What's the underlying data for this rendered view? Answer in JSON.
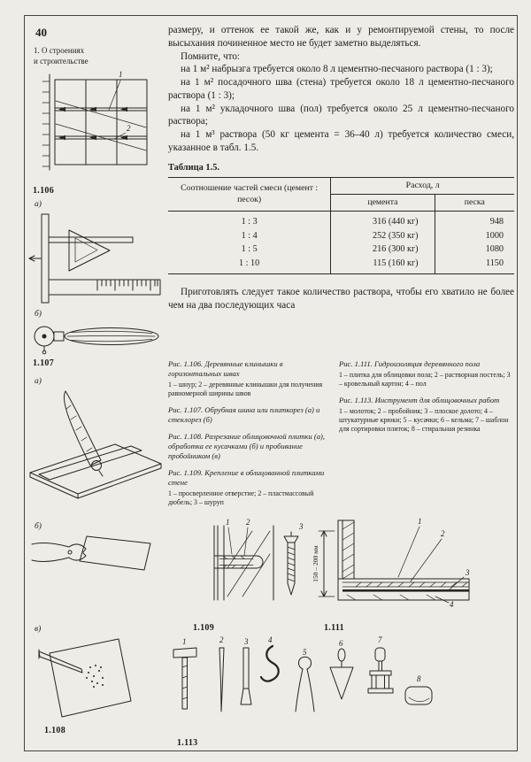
{
  "page": {
    "number": "40",
    "chapter_line1": "1. О строениях",
    "chapter_line2": "и строительстве"
  },
  "body": {
    "para1": "размеру, и оттенок ее такой же, как и у ремонтируемой стены, то после высыхания починенное место не будет заметно выделяться.",
    "para2": "Помните, что:",
    "item1": "на 1 м² набрызга требуется около 8 л цементно-песчаного раствора (1 : 3);",
    "item2": "на 1 м² посадочного шва (стена) требуется около 18 л цементно-песчаного раствора (1 : 3);",
    "item3": "на 1 м² укладочного шва (пол) требуется около 25 л цементно-песчаного раствора;",
    "item4": "на 1 м³ раствора (50 кг цемента = 36–40 л) требуется количество смеси, указанное в табл. 1.5.",
    "closing": "Приготовлять следует такое количество раствора, чтобы его хватило не более чем на два последующих часа"
  },
  "table": {
    "title": "Таблица 1.5.",
    "col_ratio_header": "Соотношение частей смеси (цемент : песок)",
    "col_consumption_header": "Расход, л",
    "sub_cement": "цемента",
    "sub_sand": "песка",
    "rows": [
      {
        "ratio": "1 : 3",
        "cement": "316 (440 кг)",
        "sand": "948"
      },
      {
        "ratio": "1 : 4",
        "cement": "252 (350 кг)",
        "sand": "1000"
      },
      {
        "ratio": "1 : 5",
        "cement": "216 (300 кг)",
        "sand": "1080"
      },
      {
        "ratio": "1 : 10",
        "cement": "115 (160 кг)",
        "sand": "1150"
      }
    ]
  },
  "captions": {
    "c106_title": "Рис. 1.106. Деревянные клинышки в горизонтальных швах",
    "c106_legend": "1 – шнур; 2 – деревянные клинышки для получения равномерной ширины швов",
    "c107_title": "Рис. 1.107. Обрубная шина или плиткорез (а) и стеклорез (б)",
    "c108_title": "Рис. 1.108. Разрезание облицовочной плитки (а), обработка ее кусачками (б) и пробивание пробойником (в)",
    "c109_title": "Рис. 1.109. Крепление в облицованной плитками стене",
    "c109_legend": "1 – просверленное отверстие; 2 – пластмассовый дюбель; 3 – шуруп",
    "c111_title": "Рис. 1.111. Гидроизоляция деревянного пола",
    "c111_legend": "1 – плитка для облицовки пола; 2 – растворная постель; 3 – кровельный картон; 4 – пол",
    "c113_title": "Рис. 1.113. Инструмент для облицовочных работ",
    "c113_legend": "1 – молоток; 2 – пробойник; 3 – плоское долото; 4 – штукатурные крюки; 5 – кусачки; 6 – кельма; 7 – шаблон для сортировки плиток; 8 – стиральная резинка"
  },
  "figures": {
    "f106": {
      "label": "1.106",
      "n1": "1",
      "n2": "2"
    },
    "f107": {
      "label": "1.107",
      "a": "а)",
      "b": "б)"
    },
    "f108": {
      "label": "1.108",
      "a": "а)",
      "b": "б)",
      "v": "в)"
    },
    "f109": {
      "label": "1.109",
      "n1": "1",
      "n2": "2",
      "n3": "3"
    },
    "f111": {
      "label": "1.111",
      "n1": "1",
      "n2": "2",
      "n3": "3",
      "n4": "4",
      "dim": "150 – 200 мм"
    },
    "f113": {
      "label": "1.113",
      "n1": "1",
      "n2": "2",
      "n3": "3",
      "n4": "4",
      "n5": "5",
      "n6": "6",
      "n7": "7",
      "n8": "8"
    }
  },
  "colors": {
    "paper": "#edece7",
    "ink": "#1d1d1b"
  }
}
